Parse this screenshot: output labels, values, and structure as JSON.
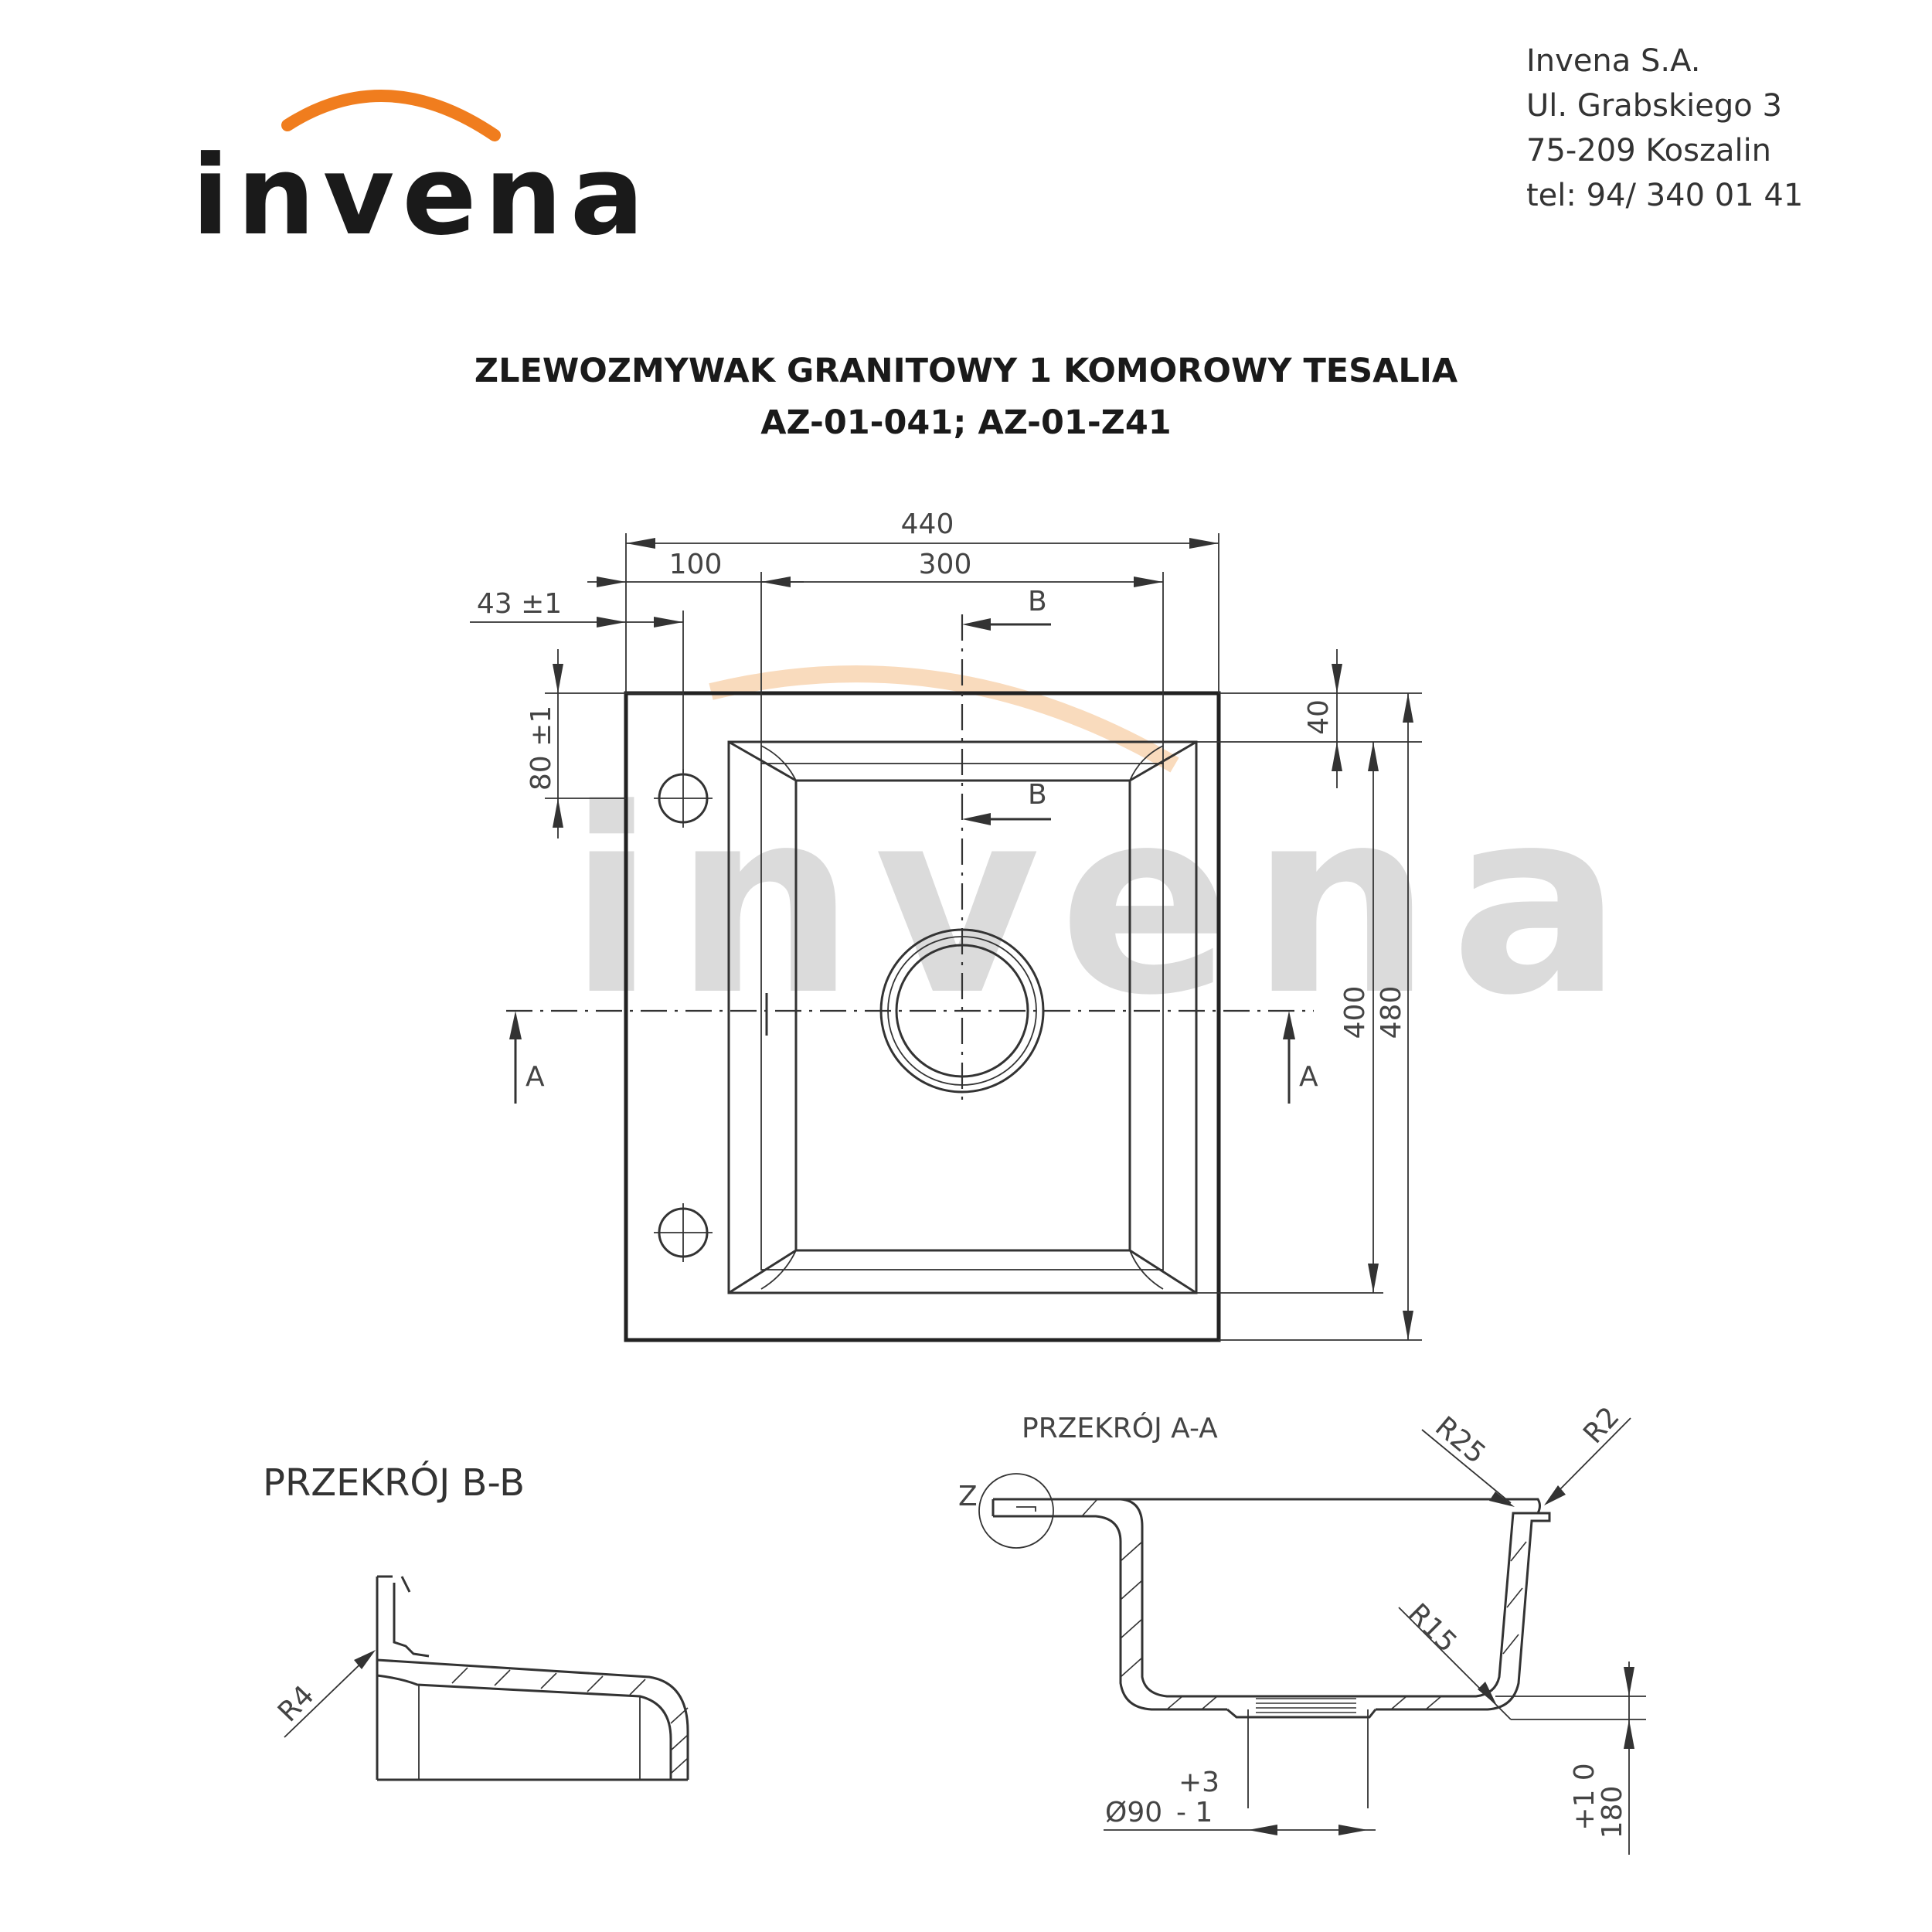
{
  "company": {
    "logo_text": "invena",
    "brand_color": "#f07d1e",
    "address_lines": [
      "Invena S.A.",
      "Ul. Grabskiego 3",
      "75-209  Koszalin",
      "tel: 94/ 340 01 41"
    ]
  },
  "title": {
    "line1": "ZLEWOZMYWAK GRANITOWY 1 KOMOROWY TESALIA",
    "line2": "AZ-01-041; AZ-01-Z41"
  },
  "top_view": {
    "dimensions": {
      "overall_width": "440",
      "offset_left": "100",
      "bowl_width": "300",
      "tap_hole_x": "43 ±1",
      "tap_hole_y": "80 ±1",
      "top_margin": "40",
      "bowl_length": "400",
      "overall_length": "480"
    },
    "section_markers": {
      "a_left": "A",
      "a_right": "A",
      "b_top": "B",
      "b_bottom": "B"
    },
    "watermark": "invena"
  },
  "section_bb": {
    "title": "PRZEKRÓJ B-B",
    "radius": "R4"
  },
  "section_aa": {
    "title": "PRZEKRÓJ A-A",
    "detail_label": "Z",
    "radius_rim": "R25",
    "radius_edge": "R2",
    "radius_bottom": "R15",
    "drain_diameter": "Ø90",
    "drain_tol_plus": "+3",
    "drain_tol_minus": "- 1",
    "depth": "180",
    "depth_tol": "+1 0"
  }
}
